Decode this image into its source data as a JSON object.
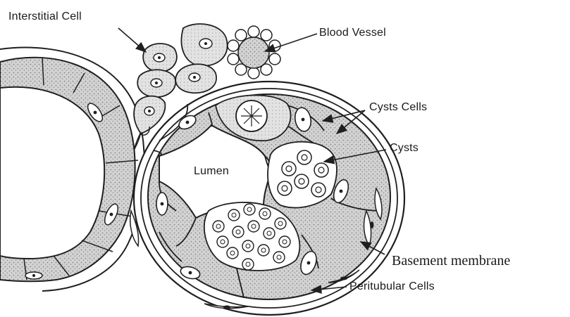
{
  "labels": {
    "interstitial_cell": "Interstitial Cell",
    "blood_vessel": "Blood Vessel",
    "cysts_cells": "Cysts Cells",
    "cysts": "Cysts",
    "lumen": "Lumen",
    "basement_membrane": "Basement membrane",
    "peritubular_cells": "Peritubular Cells"
  },
  "colors": {
    "ink": "#1f1f1f",
    "tissue_fill": "#c9c9c9",
    "cell_fill": "#d8d8d8",
    "speckle": "#6e6e6e",
    "background": "#ffffff"
  }
}
